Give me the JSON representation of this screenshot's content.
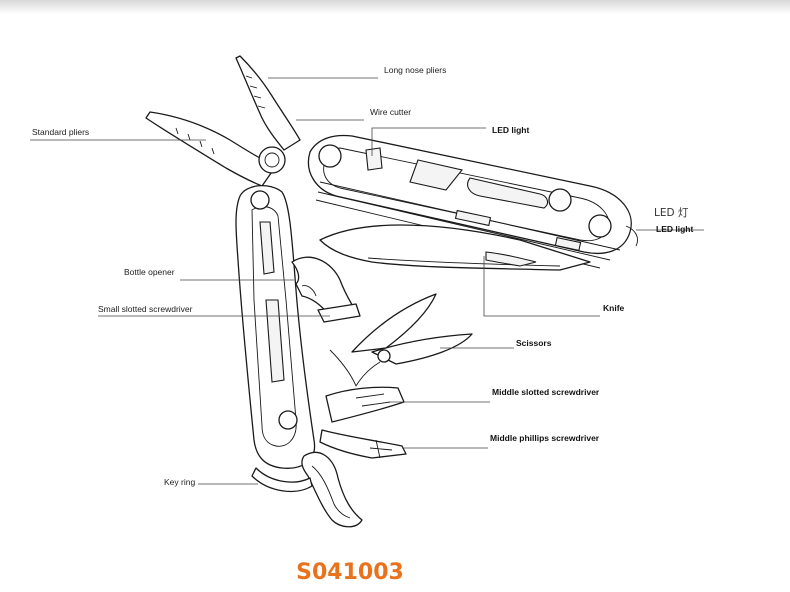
{
  "labels": {
    "long_nose_pliers": "Long nose pliers",
    "wire_cutter": "Wire cutter",
    "led_light_top": "LED light",
    "standard_pliers": "Standard pliers",
    "led_cn": "LED 灯",
    "led_light_right": "LED light",
    "bottle_opener": "Bottle opener",
    "small_slotted_screwdriver": "Small slotted screwdriver",
    "knife": "Knife",
    "scissors": "Scissors",
    "middle_slotted_screwdriver": "Middle slotted screwdriver",
    "middle_phillips_screwdriver": "Middle phillips screwdriver",
    "key_ring": "Key ring"
  },
  "product_code": "S041003",
  "colors": {
    "code_orange": "#e8731c",
    "ink": "#1a1a1a",
    "background": "#ffffff"
  }
}
